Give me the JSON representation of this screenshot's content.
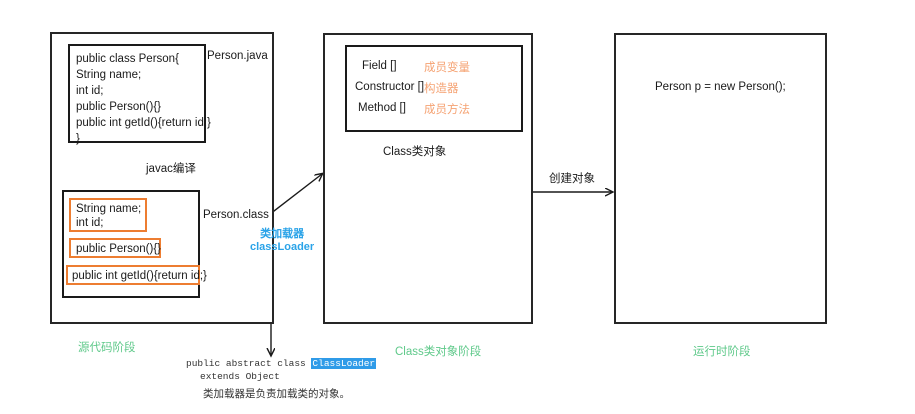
{
  "diagram": {
    "title": "Java Class loading stages diagram",
    "colors": {
      "orange": "#ED7D31",
      "orange_text": "#F5A272",
      "green": "#5FC98A",
      "blue": "#2AA3E8",
      "line": "#262626"
    }
  },
  "source_stage": {
    "file_label": "Person.java",
    "class_label": "Person.class",
    "stage_label": "源代码阶段",
    "compile_label": "javac编译",
    "source_code": [
      "public class Person{",
      "String name;",
      "int id;",
      "public Person(){}",
      "public int getId(){return id;}",
      "}"
    ],
    "class_members": [
      "String name;",
      "int id;",
      "public Person(){}",
      "public int getId(){return id;}"
    ]
  },
  "class_object_stage": {
    "stage_label": "Class类对象阶段",
    "caption": "Class类对象",
    "members": [
      {
        "api": "Field []",
        "cn": "成员变量"
      },
      {
        "api": "Constructor []",
        "cn": "构造器"
      },
      {
        "api": "Method []",
        "cn": "成员方法"
      }
    ]
  },
  "runtime_stage": {
    "stage_label": "运行时阶段",
    "code": "Person p = new Person();",
    "create_label": "创建对象"
  },
  "classloader": {
    "cn_label": "类加载器",
    "en_label": "classLoader",
    "doc_prefix": "public abstract class ",
    "doc_highlight": "ClassLoader",
    "doc_suffix": "extends Object",
    "doc_cn": "类加载器是负责加载类的对象。"
  }
}
